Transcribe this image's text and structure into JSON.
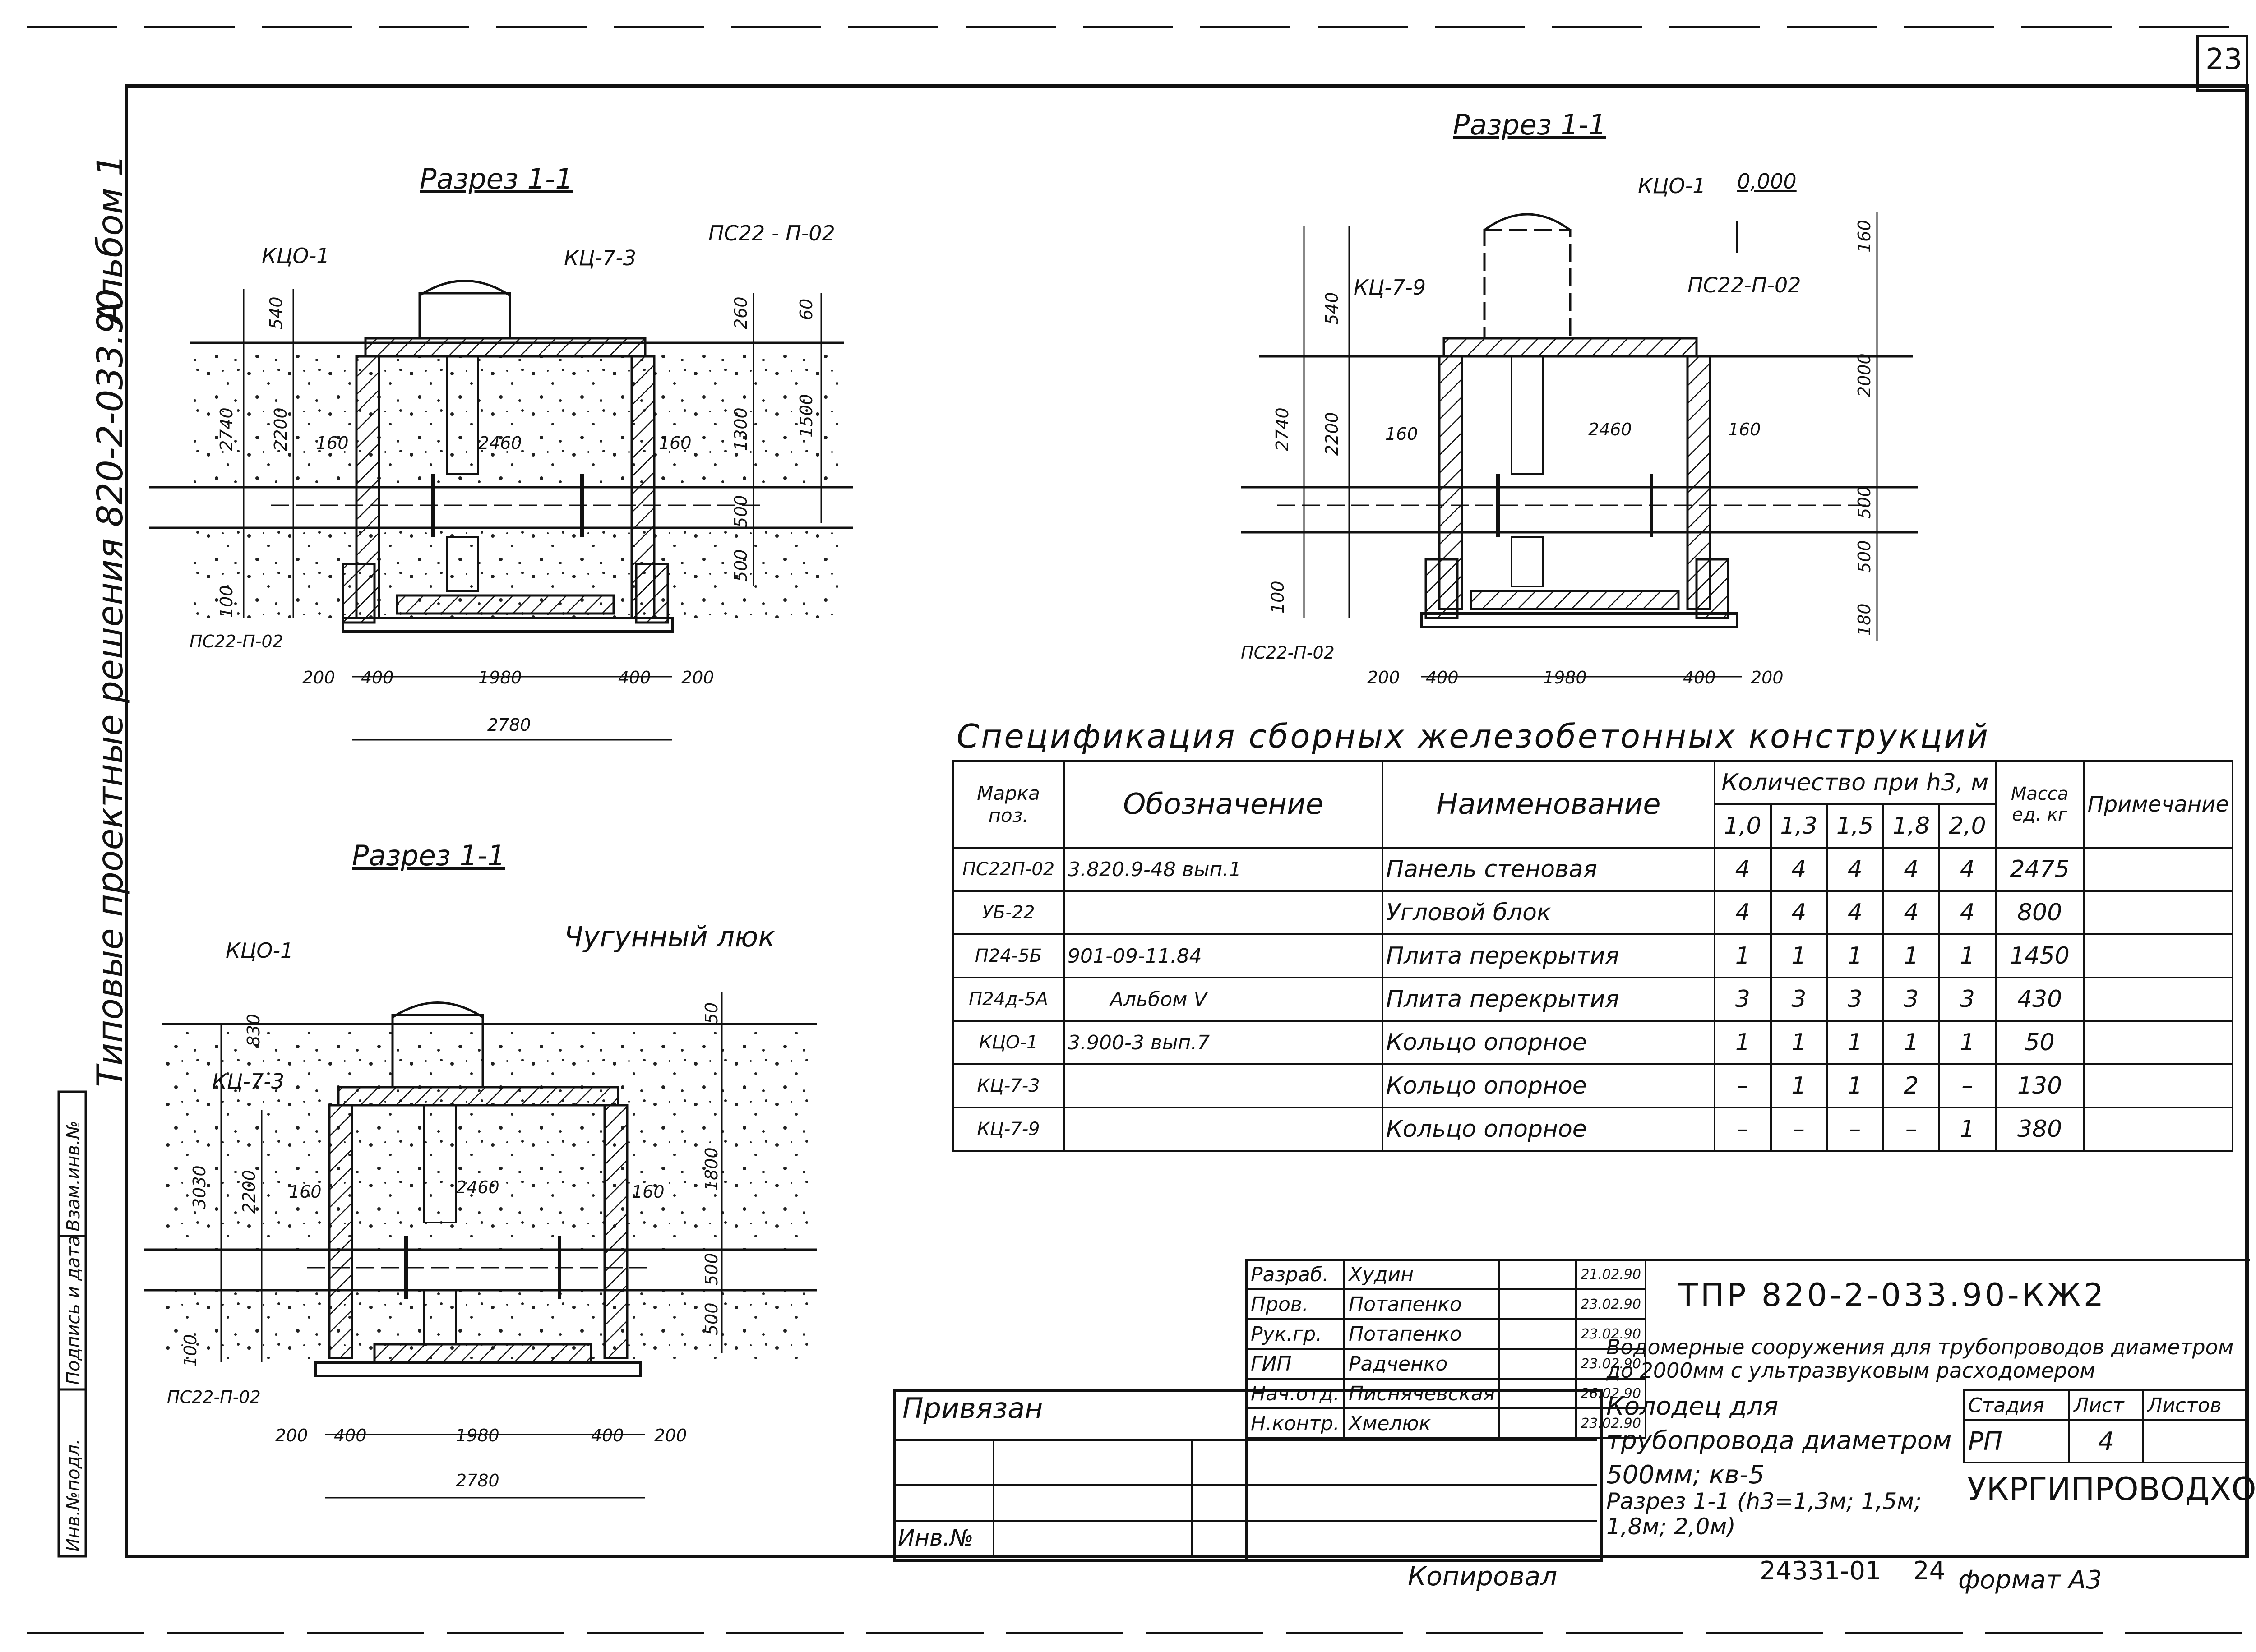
{
  "page_number": "23",
  "side_labels": {
    "album": "Альбом 1",
    "series": "Типовые проектные решения 820-2-033.90",
    "inv_podl": "Инв.№подл.",
    "sign_date": "Подпись и дата",
    "vzam_inv": "Взам.инв.№"
  },
  "sections": {
    "s1": {
      "title": "Разрез 1-1",
      "labels": [
        "КЦО-1",
        "КЦ-7-3",
        "ПС22 - П-02",
        "ПС22-П-02"
      ],
      "dims": [
        "540",
        "2740",
        "2200",
        "160",
        "2460",
        "160",
        "260",
        "60",
        "1300",
        "1500",
        "500",
        "500",
        "100",
        "200",
        "400",
        "1980",
        "400",
        "200",
        "2780"
      ]
    },
    "s2": {
      "title": "Разрез 1-1",
      "labels": [
        "КЦО-1",
        "0,000",
        "КЦ-7-9",
        "ПС22-П-02",
        "ПС22-П-02"
      ],
      "dims": [
        "540",
        "2740",
        "2200",
        "160",
        "2460",
        "160",
        "160",
        "2000",
        "500",
        "500",
        "180",
        "100",
        "200",
        "400",
        "1980",
        "400",
        "200"
      ]
    },
    "s3": {
      "title": "Разрез 1-1",
      "labels": [
        "КЦО-1",
        "Чугунный люк",
        "КЦ-7-3",
        "ПС22-П-02"
      ],
      "dims": [
        "830",
        "50",
        "3030",
        "2200",
        "160",
        "2460",
        "160",
        "1800",
        "500",
        "500",
        "100",
        "200",
        "400",
        "1980",
        "400",
        "200",
        "2780"
      ]
    }
  },
  "spec": {
    "title": "Спецификация сборных железобетонных конструкций",
    "headers": {
      "mark": "Марка поз.",
      "designation": "Обозначение",
      "name": "Наименование",
      "qty": "Количество при h3, м",
      "heights": [
        "1,0",
        "1,3",
        "1,5",
        "1,8",
        "2,0"
      ],
      "mass": "Масса ед. кг",
      "note": "Примечание"
    },
    "rows": [
      {
        "mark": "ПС22П-02",
        "designation": "3.820.9-48 вып.1",
        "name": "Панель стеновая",
        "q": [
          "4",
          "4",
          "4",
          "4",
          "4"
        ],
        "mass": "2475",
        "note": ""
      },
      {
        "mark": "УБ-22",
        "designation": "",
        "name": "Угловой блок",
        "q": [
          "4",
          "4",
          "4",
          "4",
          "4"
        ],
        "mass": "800",
        "note": ""
      },
      {
        "mark": "П24-5Б",
        "designation": "901-09-11.84",
        "name": "Плита перекрытия",
        "q": [
          "1",
          "1",
          "1",
          "1",
          "1"
        ],
        "mass": "1450",
        "note": ""
      },
      {
        "mark": "П24д-5А",
        "designation": "Альбом V",
        "name": "Плита перекрытия",
        "q": [
          "3",
          "3",
          "3",
          "3",
          "3"
        ],
        "mass": "430",
        "note": ""
      },
      {
        "mark": "КЦО-1",
        "designation": "3.900-3 вып.7",
        "name": "Кольцо опорное",
        "q": [
          "1",
          "1",
          "1",
          "1",
          "1"
        ],
        "mass": "50",
        "note": ""
      },
      {
        "mark": "КЦ-7-3",
        "designation": "",
        "name": "Кольцо опорное",
        "q": [
          "–",
          "1",
          "1",
          "2",
          "–"
        ],
        "mass": "130",
        "note": ""
      },
      {
        "mark": "КЦ-7-9",
        "designation": "",
        "name": "Кольцо опорное",
        "q": [
          "–",
          "–",
          "–",
          "–",
          "1"
        ],
        "mass": "380",
        "note": ""
      }
    ]
  },
  "title_block": {
    "roles": [
      {
        "role": "Разраб.",
        "name": "Худин",
        "date": "21.02.90"
      },
      {
        "role": "Пров.",
        "name": "Потапенко",
        "date": "23.02.90"
      },
      {
        "role": "Рук.гр.",
        "name": "Потапенко",
        "date": "23.02.90"
      },
      {
        "role": "ГИП",
        "name": "Радченко",
        "date": "23.02.90"
      },
      {
        "role": "Нач.отд.",
        "name": "Писнячевская",
        "date": "26.02.90"
      },
      {
        "role": "Н.контр.",
        "name": "Хмелюк",
        "date": "23.02.90"
      }
    ],
    "doc_code": "ТПР 820-2-033.90-КЖ2",
    "project": "Водомерные сооружения для трубопроводов диаметром до 2000мм с ультразвуковым расходомером",
    "sheet_title": "Колодец для трубопровода диаметром 500мм; кв-5",
    "sheet_subtitle": "Разрез 1-1 (h3=1,3м; 1,5м; 1,8м; 2,0м)",
    "stage_label": "Стадия",
    "sheet_label": "Лист",
    "sheets_label": "Листов",
    "stage": "РП",
    "sheet": "4",
    "sheets": "",
    "org": "УКРГИПРОВОДХОЗ",
    "privyazan": "Привязан",
    "inv_no": "Инв.№"
  },
  "footer": {
    "copied": "Копировал",
    "code": "24331-01",
    "num": "24",
    "format": "формат А3"
  }
}
